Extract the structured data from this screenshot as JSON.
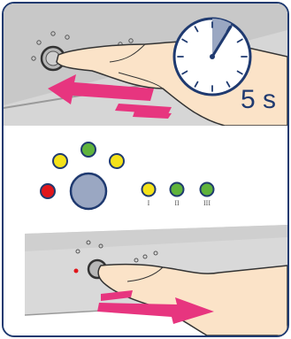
{
  "timer": {
    "duration_label": "5 s",
    "elapsed_fraction": 0.083
  },
  "indicator_panel": {
    "level_labels": [
      "I",
      "II",
      "III"
    ],
    "colors": {
      "red": "#e0161b",
      "yellow": "#f4e21a",
      "green": "#5fb33c",
      "button": "#9aa7c2",
      "outline": "#1f3a70"
    }
  },
  "arrows": {
    "top_panel": "press-and-hold-left",
    "bottom_panel": "slide-right"
  }
}
